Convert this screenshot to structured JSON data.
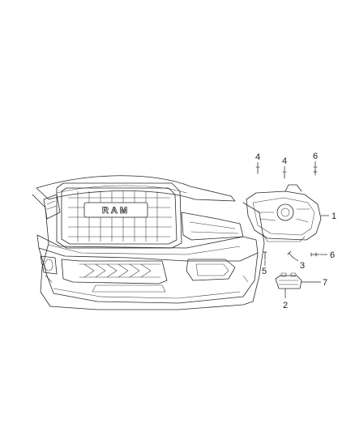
{
  "diagram": {
    "grille_text": "RAM",
    "callouts": [
      {
        "id": "fastener-4a",
        "label": "4"
      },
      {
        "id": "fastener-4b",
        "label": "4"
      },
      {
        "id": "fastener-6a",
        "label": "6"
      },
      {
        "id": "headlamp",
        "label": "1"
      },
      {
        "id": "fastener-6b",
        "label": "6"
      },
      {
        "id": "fastener-5",
        "label": "5"
      },
      {
        "id": "fastener-3",
        "label": "3"
      },
      {
        "id": "lamp-assembly",
        "label": "7"
      },
      {
        "id": "lamp-bulb",
        "label": "2"
      }
    ]
  }
}
